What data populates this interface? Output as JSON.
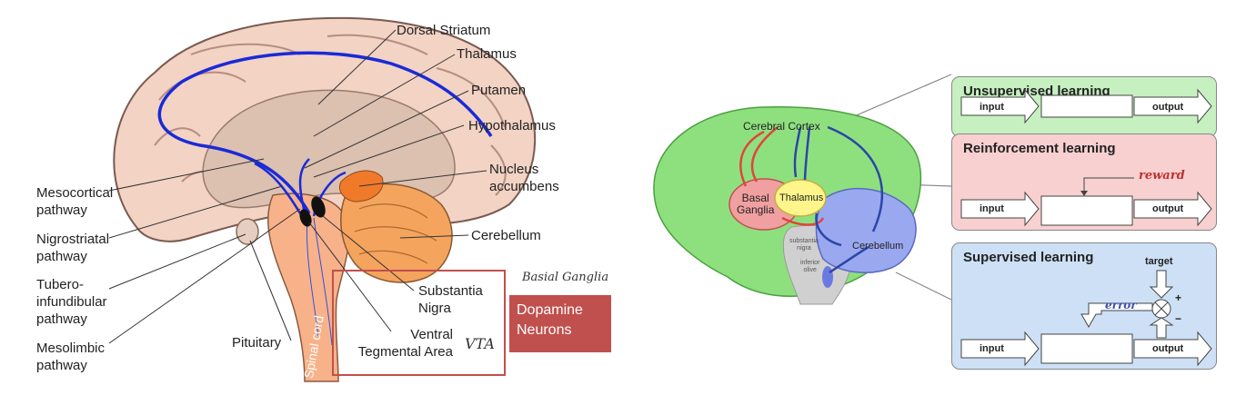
{
  "left_diagram": {
    "labels": {
      "dorsal_striatum": "Dorsal Striatum",
      "thalamus": "Thalamus",
      "putamen": "Putamen",
      "hypothalamus": "Hypothalamus",
      "nucleus_accumbens": "Nucleus\naccumbens",
      "cerebellum": "Cerebellum",
      "substantia_nigra": "Substantia\nNigra",
      "ventral_tegmental_area": "Ventral\nTegmental Area",
      "mesocortical_pathway": "Mesocortical\npathway",
      "nigrostriatal_pathway": "Nigrostriatal\npathway",
      "tuberoinfundibular_pathway": "Tubero-\ninfundibular\npathway",
      "mesolimbic_pathway": "Mesolimbic\npathway",
      "pituitary": "Pituitary",
      "spinal_cord": "Spinal cord"
    },
    "handwritten": {
      "basal_ganglia": "Basial Ganglia",
      "vta": "VTA"
    },
    "callout": {
      "dopamine_neurons": "Dopamine\nNeurons",
      "color": "#c0504d"
    }
  },
  "right_diagram": {
    "brain_labels": {
      "cerebral_cortex": "Cerebral Cortex",
      "basal_ganglia": "Basal\nGanglia",
      "thalamus": "Thalamus",
      "substantia_nigra": "substantia\nnigra",
      "inferior_olive": "inferior\nolive",
      "cerebellum": "Cerebellum"
    },
    "panels": {
      "unsupervised": {
        "title": "Unsupervised learning",
        "input": "input",
        "output": "output",
        "color": "#c6f0c0"
      },
      "reinforcement": {
        "title": "Reinforcement learning",
        "input": "input",
        "output": "output",
        "reward": "reward",
        "color": "#f8d0d0"
      },
      "supervised": {
        "title": "Supervised learning",
        "input": "input",
        "output": "output",
        "target": "target",
        "error": "error",
        "plus": "+",
        "minus": "−",
        "color": "#cde0f5"
      }
    },
    "colors": {
      "cortex": "#8ee07e",
      "basal_ganglia": "#f0a0a0",
      "thalamus": "#fff58a",
      "cerebellum": "#9aa8f0",
      "red_arrow": "#e0453a",
      "blue_arrow": "#2b46a8"
    }
  }
}
